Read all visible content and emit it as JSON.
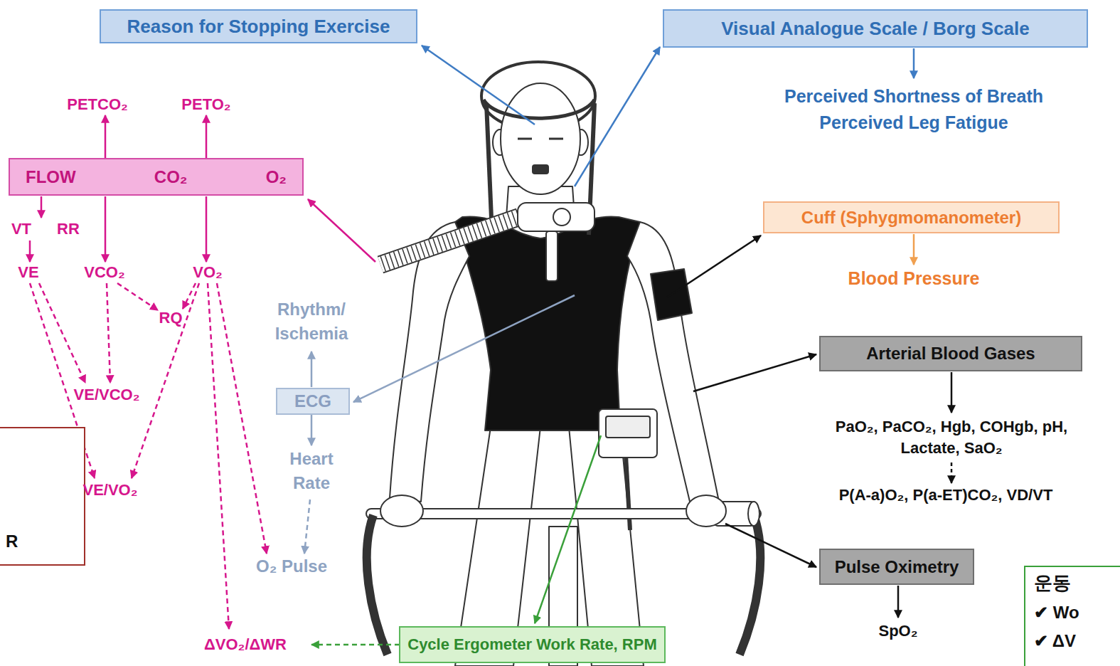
{
  "diagram": {
    "nodes": [
      {
        "text": [
          "Reason for Stopping Exercise"
        ]
      },
      {
        "text": [
          "Visual Analogue Scale / Borg Scale"
        ]
      },
      {
        "text": [
          "FLOW",
          "CO₂",
          "O₂"
        ]
      },
      {
        "text": [
          "Cuff (Sphygmomanometer)"
        ]
      },
      {
        "text": [
          "Arterial Blood Gases"
        ]
      },
      {
        "text": [
          "ECG"
        ]
      },
      {
        "text": [
          "R"
        ]
      },
      {
        "text": [
          "Pulse Oximetry"
        ]
      },
      {
        "text": [
          "운동",
          "✔ Wo",
          "✔ ΔV"
        ]
      },
      {
        "text": [
          "Cycle Ergometer Work Rate, RPM"
        ]
      }
    ],
    "labels": [
      "PETCO₂",
      "PETO₂",
      "Perceived Shortness of Breath",
      "Perceived Leg Fatigue",
      "VT",
      "RR",
      "VE",
      "VCO₂",
      "VO₂",
      "Blood Pressure",
      "RQ",
      "Rhythm/ Ischemia",
      "VE/VCO₂",
      "PaO₂, PaCO₂, Hgb, COHgb, pH, Lactate, SaO₂",
      "Heart Rate",
      "P(A-a)O₂, P(a-ET)CO₂, VD/VT",
      "VE/VO₂",
      "O₂ Pulse",
      "SpO₂",
      "ΔVO₂/ΔWR"
    ]
  }
}
